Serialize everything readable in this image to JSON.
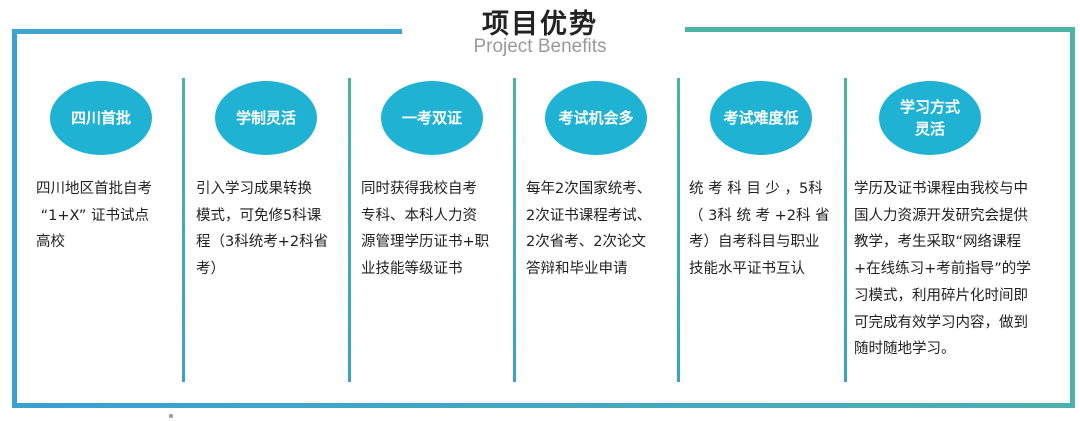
{
  "header": {
    "title": "项目优势",
    "subtitle": "Project Benefits"
  },
  "benefits": [
    {
      "title": "四川首批",
      "text": "四川地区首批自考\n “1+X” 证书试点\n高校"
    },
    {
      "title": "学制灵活",
      "text": "引入学习成果转换\n模式，可免修5科课\n程（3科统考+2科省\n考）"
    },
    {
      "title": "一考双证",
      "text": "同时获得我校自考\n专科、本科人力资\n源管理学历证书+职\n业技能等级证书"
    },
    {
      "title": "考试机会多",
      "text": "每年2次国家统考、\n2次证书课程考试、\n2次省考、2次论文\n答辩和毕业申请"
    },
    {
      "title": "考试难度低",
      "text": "统 考 科 目 少 ，5科\n（ 3科 统 考 +2科 省\n考）自考科目与职业\n技能水平证书互认"
    },
    {
      "title": "学习方式\n灵活",
      "text": "学历及证书课程由我校与中\n国人力资源开发研究会提供\n教学，考生采取“网络课程\n+在线练习+考前指导”的学\n习模式，利用碎片化时间即\n可完成有效学习内容，做到\n随时随地学习。"
    }
  ],
  "colors": {
    "accent": "#1fb2d3",
    "border_blue": "#3aa0d2",
    "border_green": "#4db3a2"
  }
}
